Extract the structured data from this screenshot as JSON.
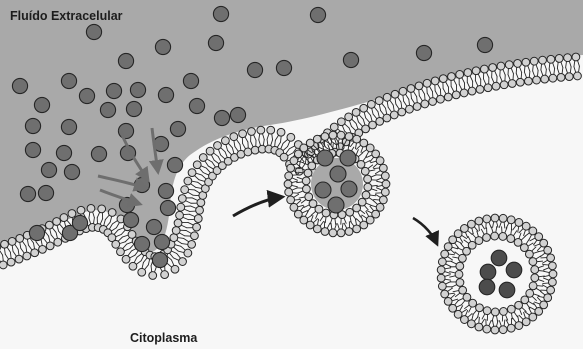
{
  "labels": {
    "extracellular": "Fluído Extracelular",
    "cytoplasm": "Citoplasma"
  },
  "colors": {
    "fluid": "#a9a9a9",
    "cytoplasm": "#f7f7f7",
    "particle": "#6f6f6f",
    "particle_dark": "#4c4c4c",
    "lipid_head": "#d2d2d2",
    "outline": "#262626",
    "arrow_inward": "#6e6e6e"
  },
  "icons": [
    "phospholipid-bilayer",
    "endocytic-vesicle",
    "solute-particle",
    "process-arrow"
  ]
}
